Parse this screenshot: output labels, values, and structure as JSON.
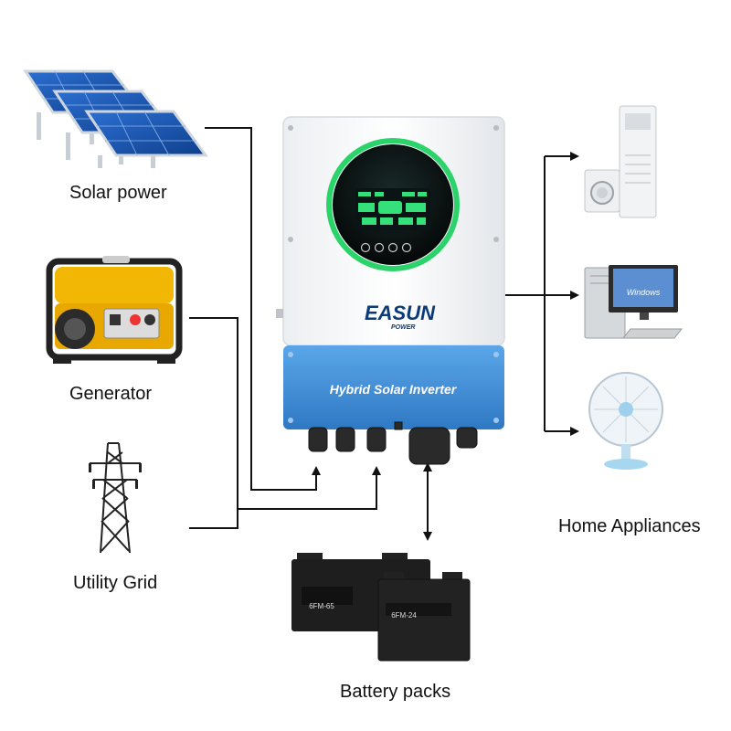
{
  "sources": [
    {
      "label": "Solar power",
      "icon": "solar-panel-icon"
    },
    {
      "label": "Generator",
      "icon": "generator-icon"
    },
    {
      "label": "Utility Grid",
      "icon": "power-tower-icon"
    }
  ],
  "inverter": {
    "brand": "EASUN",
    "brand_sub": "POWER",
    "product_label": "Hybrid Solar Inverter",
    "panel_color": "#3f8fd6",
    "ring_color": "#2bd36a"
  },
  "loads": {
    "label": "Home Appliances",
    "items": [
      {
        "icon": "air-conditioner-icon"
      },
      {
        "icon": "computer-icon",
        "screen_text": "Windows"
      },
      {
        "icon": "fan-icon"
      }
    ]
  },
  "storage": {
    "label": "Battery packs",
    "batteries": [
      {
        "model": "6FM-65",
        "icon": "battery-icon"
      },
      {
        "model": "6FM-24",
        "icon": "battery-icon"
      }
    ]
  }
}
